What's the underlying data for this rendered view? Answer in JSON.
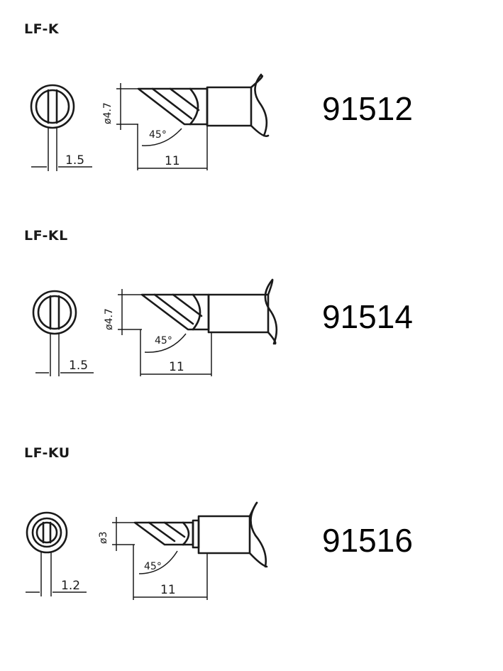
{
  "tips": [
    {
      "model": "LF-K",
      "part_number": "91512",
      "diameter_label": "ø4.7",
      "angle_label": "45°",
      "length_label": "11",
      "width_label": "1.5"
    },
    {
      "model": "LF-KL",
      "part_number": "91514",
      "diameter_label": "ø4.7",
      "angle_label": "45°",
      "length_label": "11",
      "width_label": "1.5"
    },
    {
      "model": "LF-KU",
      "part_number": "91516",
      "diameter_label": "ø3",
      "angle_label": "45°",
      "length_label": "11",
      "width_label": "1.2"
    }
  ]
}
